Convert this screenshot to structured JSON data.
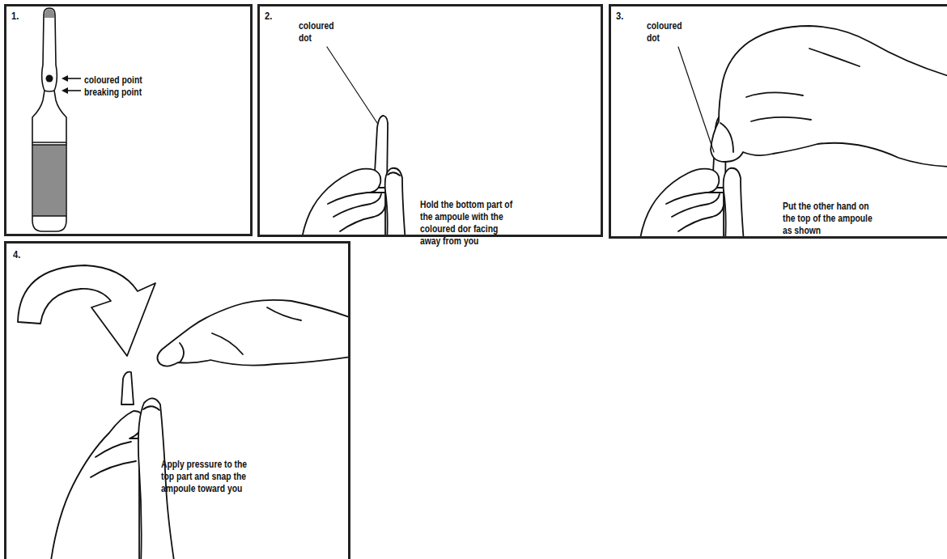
{
  "diagram": {
    "nodes": [
      {
        "text": [
          "1.",
          "coloured point",
          "breaking point"
        ]
      },
      {
        "text": [
          "2.",
          "coloured dot",
          "Hold the bottom part of the ampoule with the coloured dor facing away from you"
        ]
      },
      {
        "text": [
          "3.",
          "coloured dot",
          "Put the other hand on the top of the ampoule as shown"
        ]
      },
      {
        "text": [
          "4.",
          "Apply pressure to the top part and snap the ampoule toward you"
        ]
      }
    ]
  }
}
